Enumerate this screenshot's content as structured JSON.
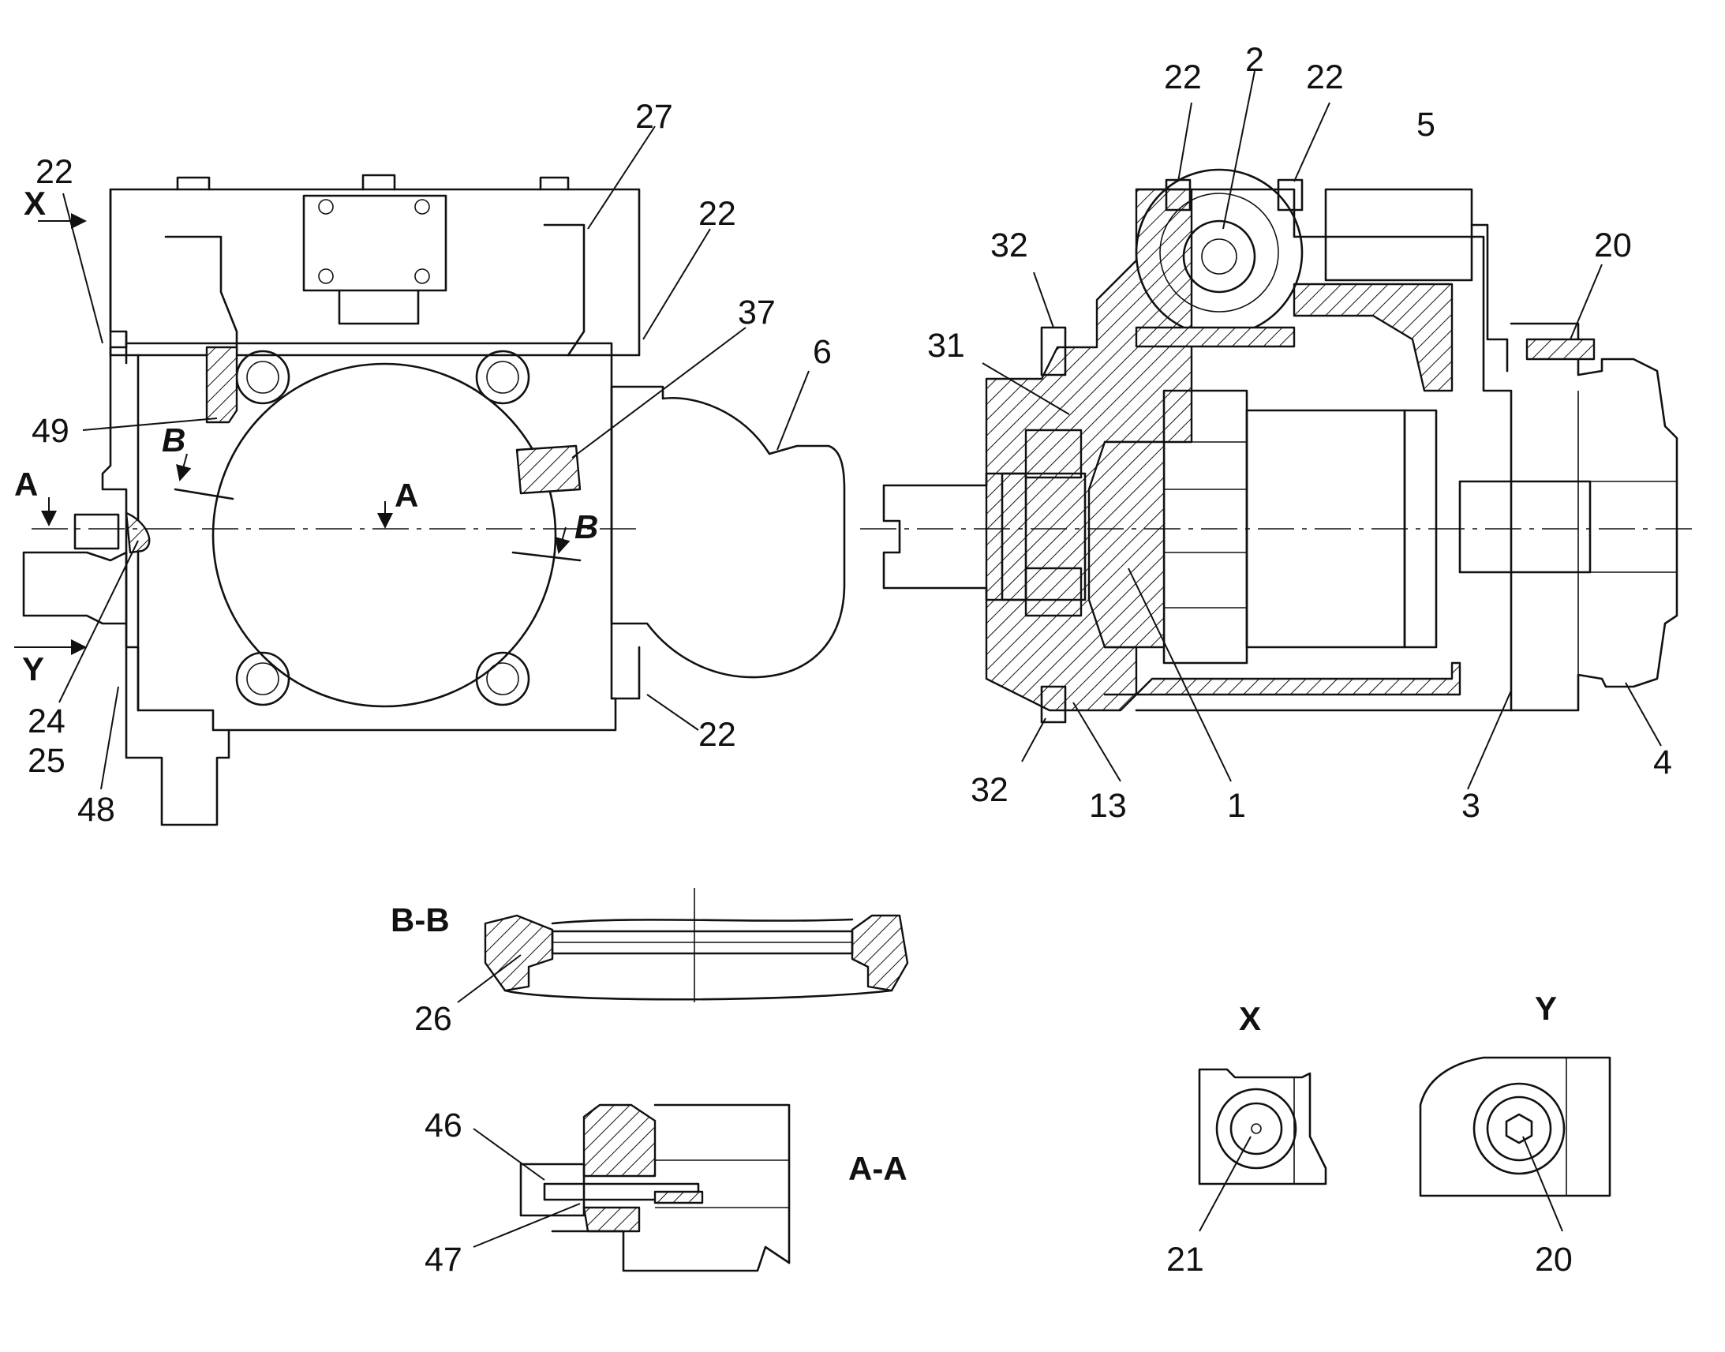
{
  "callouts": {
    "c22_a": "22",
    "c27": "27",
    "c22_b": "22",
    "c37": "37",
    "c6": "6",
    "c49": "49",
    "c24": "24",
    "c25": "25",
    "c48": "48",
    "c22_c": "22",
    "c22_d": "22",
    "c2": "2",
    "c22_e": "22",
    "c5": "5",
    "c32_a": "32",
    "c20_a": "20",
    "c31": "31",
    "c32_b": "32",
    "c13": "13",
    "c1": "1",
    "c3": "3",
    "c4": "4",
    "c26": "26",
    "c46": "46",
    "c47": "47",
    "c21": "21",
    "c20_b": "20"
  },
  "views": {
    "x_arrow": "X",
    "y_arrow": "Y",
    "a_left": "A",
    "a_center": "A",
    "b_top": "B",
    "b_bottom": "B",
    "bb_title": "B-B",
    "aa_title": "A-A",
    "x_title": "X",
    "y_title": "Y"
  }
}
